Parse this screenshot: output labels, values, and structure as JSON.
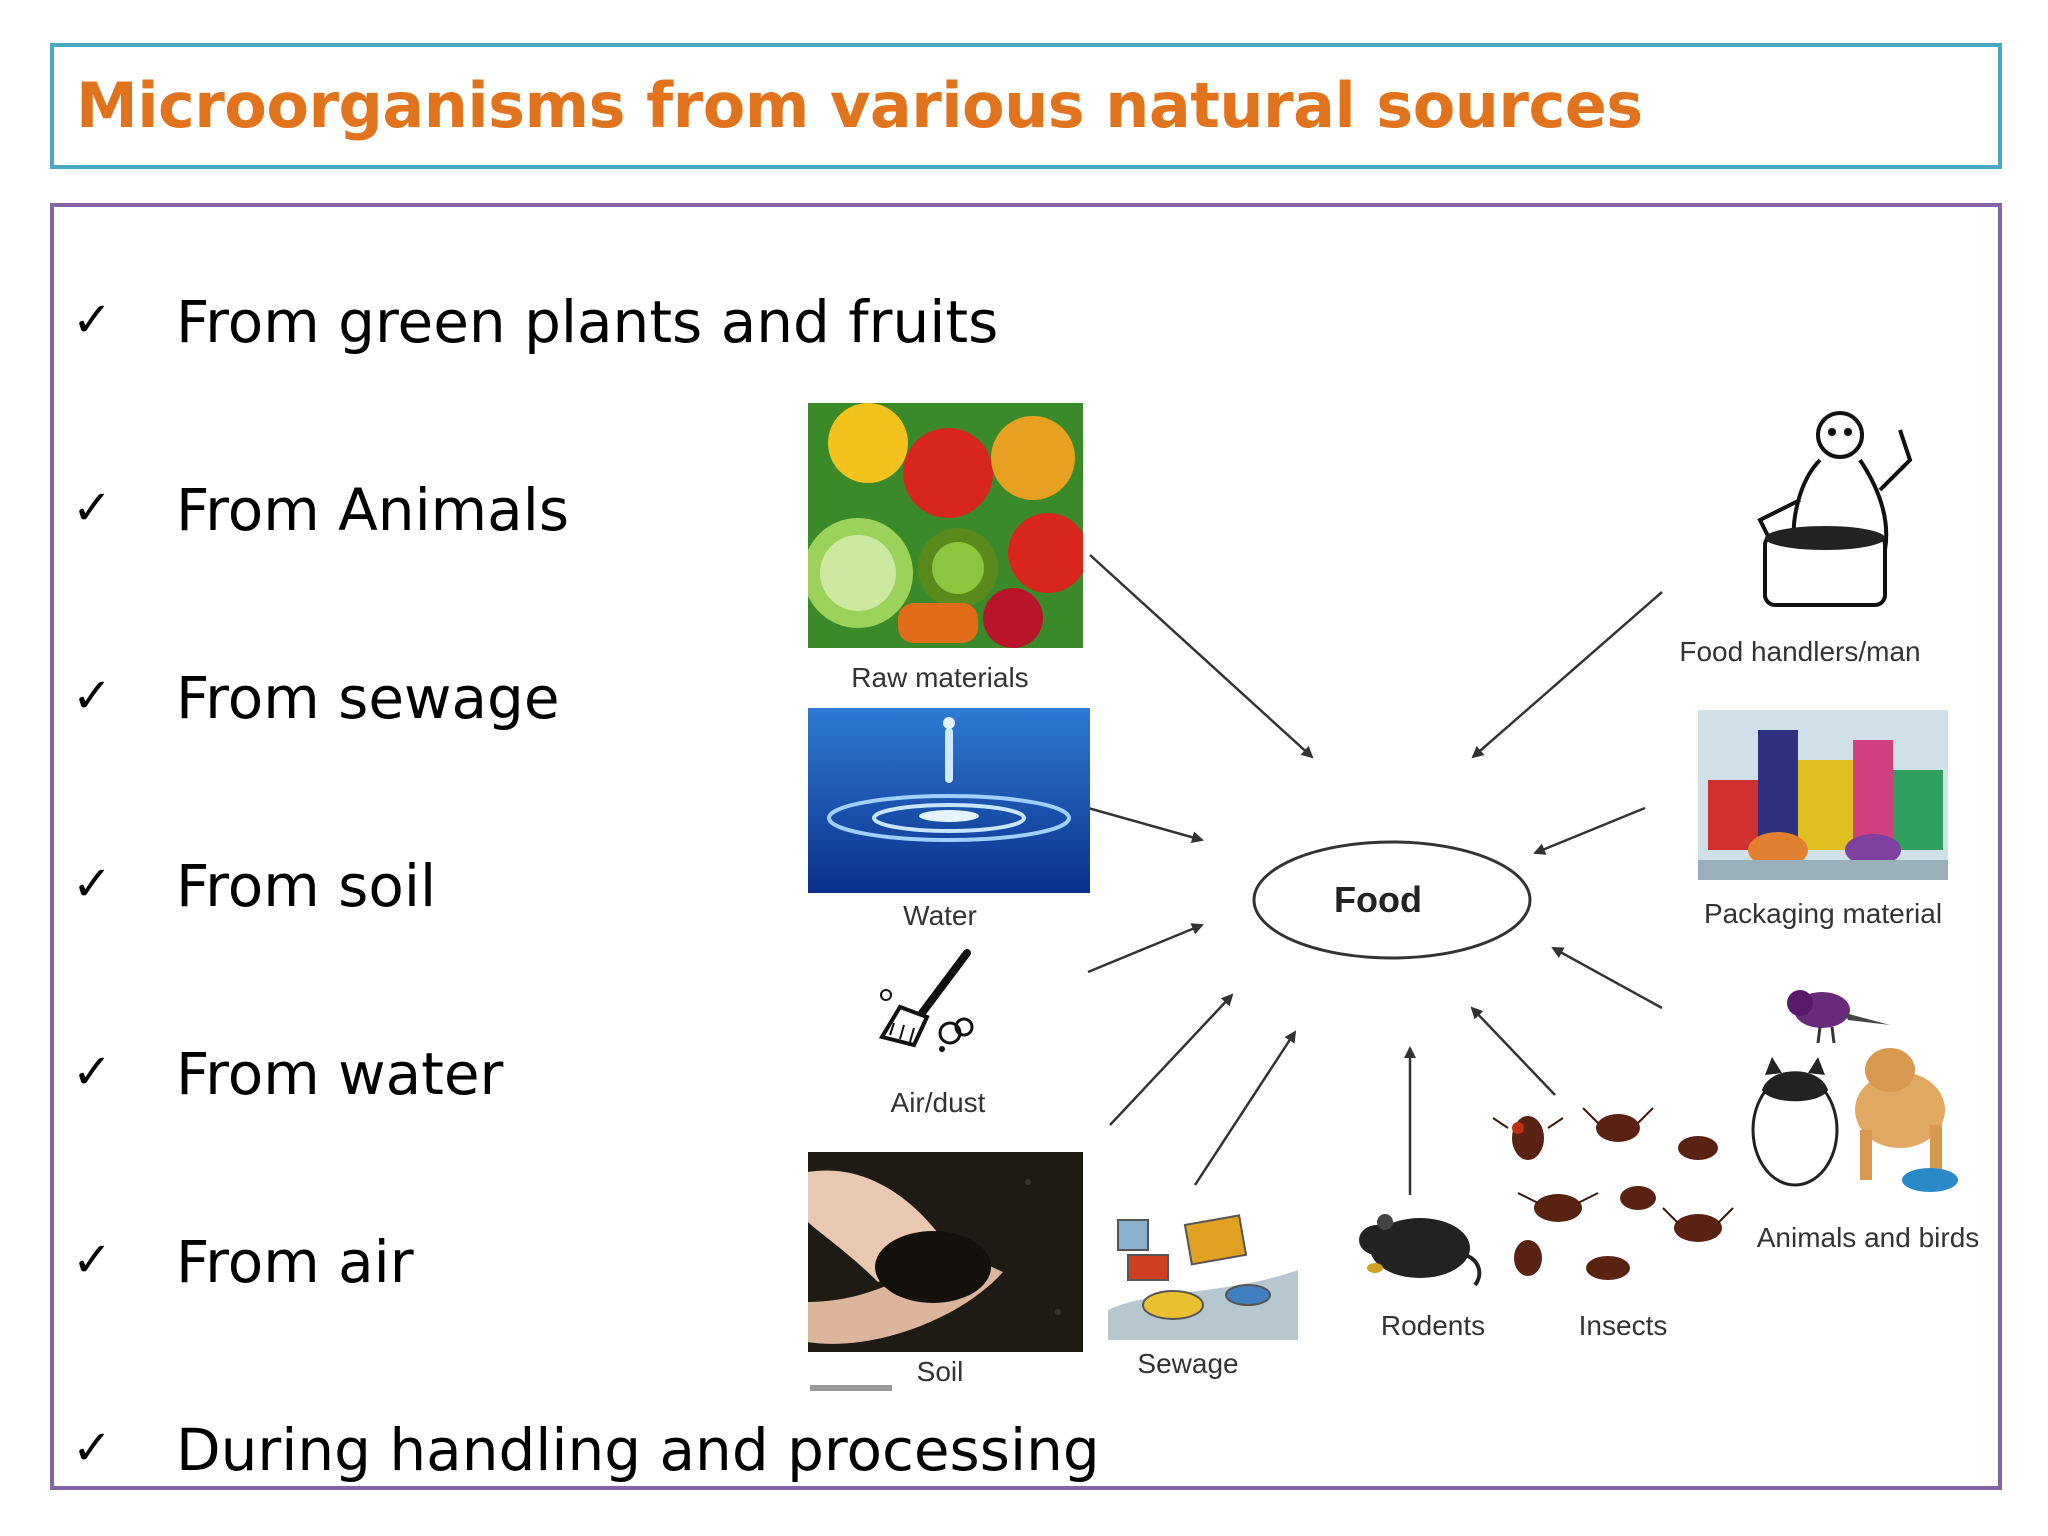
{
  "title": "Microorganisms from various natural sources",
  "bullets": [
    "From green plants and fruits",
    "From Animals",
    "From sewage",
    "From soil",
    "From water",
    "From air",
    "During handling and processing"
  ],
  "check_glyph": "✓",
  "diagram": {
    "center": "Food",
    "sources": {
      "raw_materials": "Raw materials",
      "water": "Water",
      "air_dust": "Air/dust",
      "soil": "Soil",
      "sewage": "Sewage",
      "rodents": "Rodents",
      "insects": "Insects",
      "animals_birds": "Animals and birds",
      "packaging": "Packaging material",
      "food_handlers": "Food handlers/man"
    }
  },
  "colors": {
    "title_text": "#e0731c",
    "title_border": "#4aa8c0",
    "content_border": "#8763a8"
  }
}
